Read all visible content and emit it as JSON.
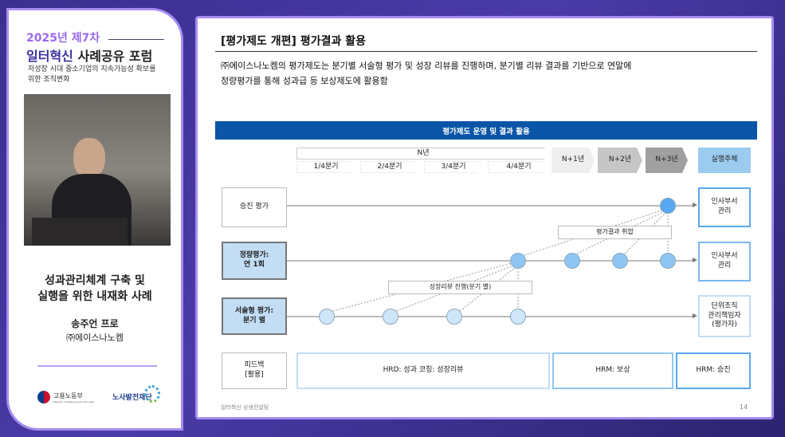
{
  "left_panel": {
    "edition": "2025년 제7차",
    "forum_title_accent": "일터혁신",
    "forum_title_rest": "사례공유 포럼",
    "subtitle_line1": "저성장 시대 중소기업의 지속가능성 확보를",
    "subtitle_line2": "위한 조직변화",
    "talk_title_line1": "성과관리체계 구축 및",
    "talk_title_line2": "실행을 위한 내재화 사례",
    "speaker": "송주언 프로",
    "company": "㈜에이스나노켐",
    "logos": {
      "ministry": "고용노동부",
      "ministry_en": "Ministry of Employment and Labor",
      "foundation": "노사발전재단"
    }
  },
  "slide": {
    "title": "[평가제도 개편] 평가결과 활용",
    "body_line1": "㈜에이스나노켐의 평가제도는 분기별 서술형 평가 및 성장 리뷰를 진행하며, 분기별 리뷰 결과를 기반으로 연말에",
    "body_line2": "정량평가를 통해 성과급 등 보상제도에 활용함",
    "banner": "평가제도 운영 및 결과 활용",
    "timeline": {
      "year": "N년",
      "quarters": [
        "1/4분기",
        "2/4분기",
        "3/4분기",
        "4/4분기"
      ],
      "n1": "N+1년",
      "n2": "N+2년",
      "n3": "N+3년",
      "owner_header": "실행주체"
    },
    "rows": {
      "promotion": {
        "label": "승진 평가",
        "owner_line1": "인사부서",
        "owner_line2": "관리"
      },
      "quant": {
        "label_line1": "정량평가:",
        "label_line2": "연 1회",
        "owner_line1": "인사부서",
        "owner_line2": "관리"
      },
      "desc": {
        "label_line1": "서술형 평가:",
        "label_line2": "분기 별",
        "owner_line1": "단위조직",
        "owner_line2": "관리책임자",
        "owner_line3": "(평가자)"
      }
    },
    "callouts": {
      "aggregate": "평가결과 취합",
      "growth_review": "성장리뷰 진행(분기 별)"
    },
    "feedback": {
      "label_line1": "피드백",
      "label_line2": "[활용]",
      "hrd": "HRD: 성과 코칭: 성장리뷰",
      "hrm_reward": "HRM: 보상",
      "hrm_promotion": "HRM: 승진"
    },
    "footer": "일터혁신 상생컨설팅",
    "page_number": "14"
  },
  "colors": {
    "banner": "#0a55a8",
    "accent_purple": "#8b5cf6",
    "light_blue": "#9ccbf0"
  }
}
